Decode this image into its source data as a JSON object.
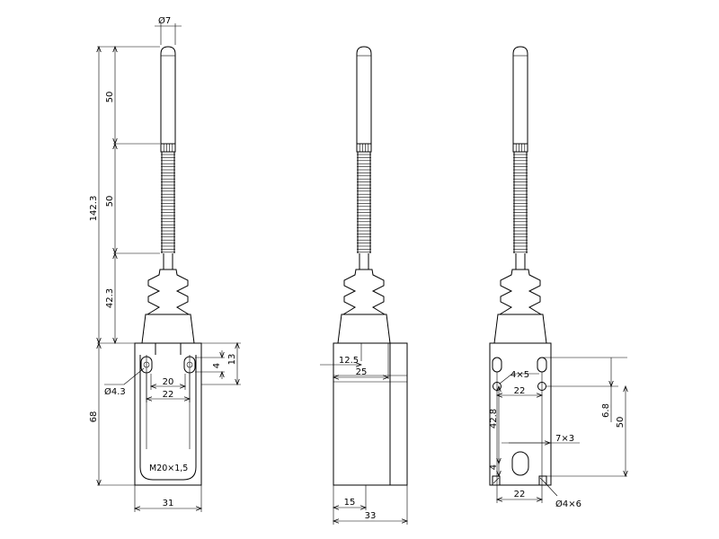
{
  "front_view": {
    "dia_tip": "Ø7",
    "total_height": "142.3",
    "rod_length": "50",
    "spring_length": "50",
    "boot_height": "42.3",
    "body_height": "68",
    "top_offset": "13",
    "slot_height": "4",
    "hole_spacing_inner": "20",
    "hole_spacing_outer": "22",
    "hole_diameter": "Ø4.3",
    "thread": "M20×1,5",
    "body_width": "31"
  },
  "side_view": {
    "offset": "12.5",
    "top_width": "25",
    "bottom_offset": "15",
    "body_depth": "33"
  },
  "rear_view": {
    "slot_size": "4×5",
    "hole_spacing": "22",
    "height_6_8": "6.8",
    "height_50": "50",
    "height_42_8": "42.8",
    "oval_slot": "7×3",
    "slot_4": "4",
    "bottom_spacing": "22",
    "bottom_slot": "Ø4×6"
  }
}
